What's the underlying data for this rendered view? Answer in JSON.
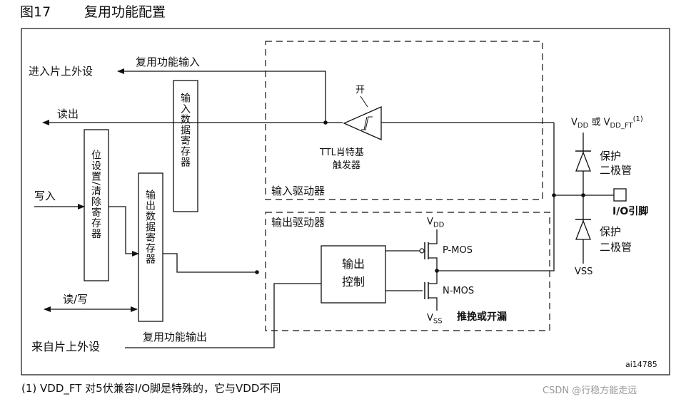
{
  "figure": {
    "number": "图17",
    "title": "复用功能配置",
    "id_code": "ai14785",
    "footnote": "(1) VDD_FT 对5伏兼容I/O脚是特殊的，它与VDD不同",
    "watermark": "CSDN @行稳方能走远"
  },
  "labels": {
    "alt_input": "复用功能输入",
    "to_peripheral": "进入片上外设",
    "read_out": "读出",
    "write_in": "写入",
    "read_write": "读/写",
    "from_peripheral": "来自片上外设",
    "alt_output": "复用功能输出",
    "on": "开",
    "ttl_schmitt": "TTL肖特基",
    "trigger": "触发器",
    "input_driver": "输入驱动器",
    "output_driver": "输出驱动器",
    "output": "输出",
    "control": "控制",
    "pmos": "P-MOS",
    "nmos": "N-MOS",
    "push_pull": "推挽或开漏",
    "vdd": "V",
    "vdd_sub": "DD",
    "vss": "V",
    "vss_sub": "SS",
    "vdd_or": "V",
    "vdd_or_sub1": "DD",
    "vdd_or_mid": " 或 V",
    "vdd_or_sub2": "DD_FT",
    "vdd_or_sup": "(1)",
    "protect1": "保护",
    "diode1": "二极管",
    "protect2": "保护",
    "diode2": "二极管",
    "vss_pin": "VSS",
    "io_pin": "I/O引脚"
  },
  "registers": {
    "input_data": "输入数据寄存器",
    "bit_set_clear": "位设置/清除寄存器",
    "output_data": "输出数据寄存器"
  }
}
